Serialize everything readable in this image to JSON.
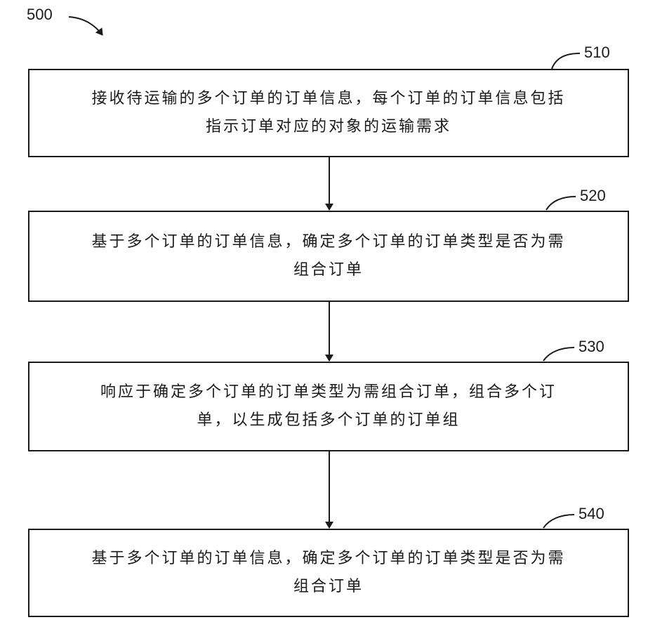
{
  "figure": {
    "ref": "500"
  },
  "steps": [
    {
      "ref": "510",
      "lines": [
        "接收待运输的多个订单的订单信息，每个订单的订单信息包括",
        "指示订单对应的对象的运输需求"
      ]
    },
    {
      "ref": "520",
      "lines": [
        "基于多个订单的订单信息，确定多个订单的订单类型是否为需",
        "组合订单"
      ]
    },
    {
      "ref": "530",
      "lines": [
        "响应于确定多个订单的订单类型为需组合订单，组合多个订",
        "单，以生成包括多个订单的订单组"
      ]
    },
    {
      "ref": "540",
      "lines": [
        "基于多个订单的订单信息，确定多个订单的订单类型是否为需",
        "组合订单"
      ]
    }
  ],
  "colors": {
    "stroke": "#1a1a1a",
    "background": "#ffffff"
  }
}
